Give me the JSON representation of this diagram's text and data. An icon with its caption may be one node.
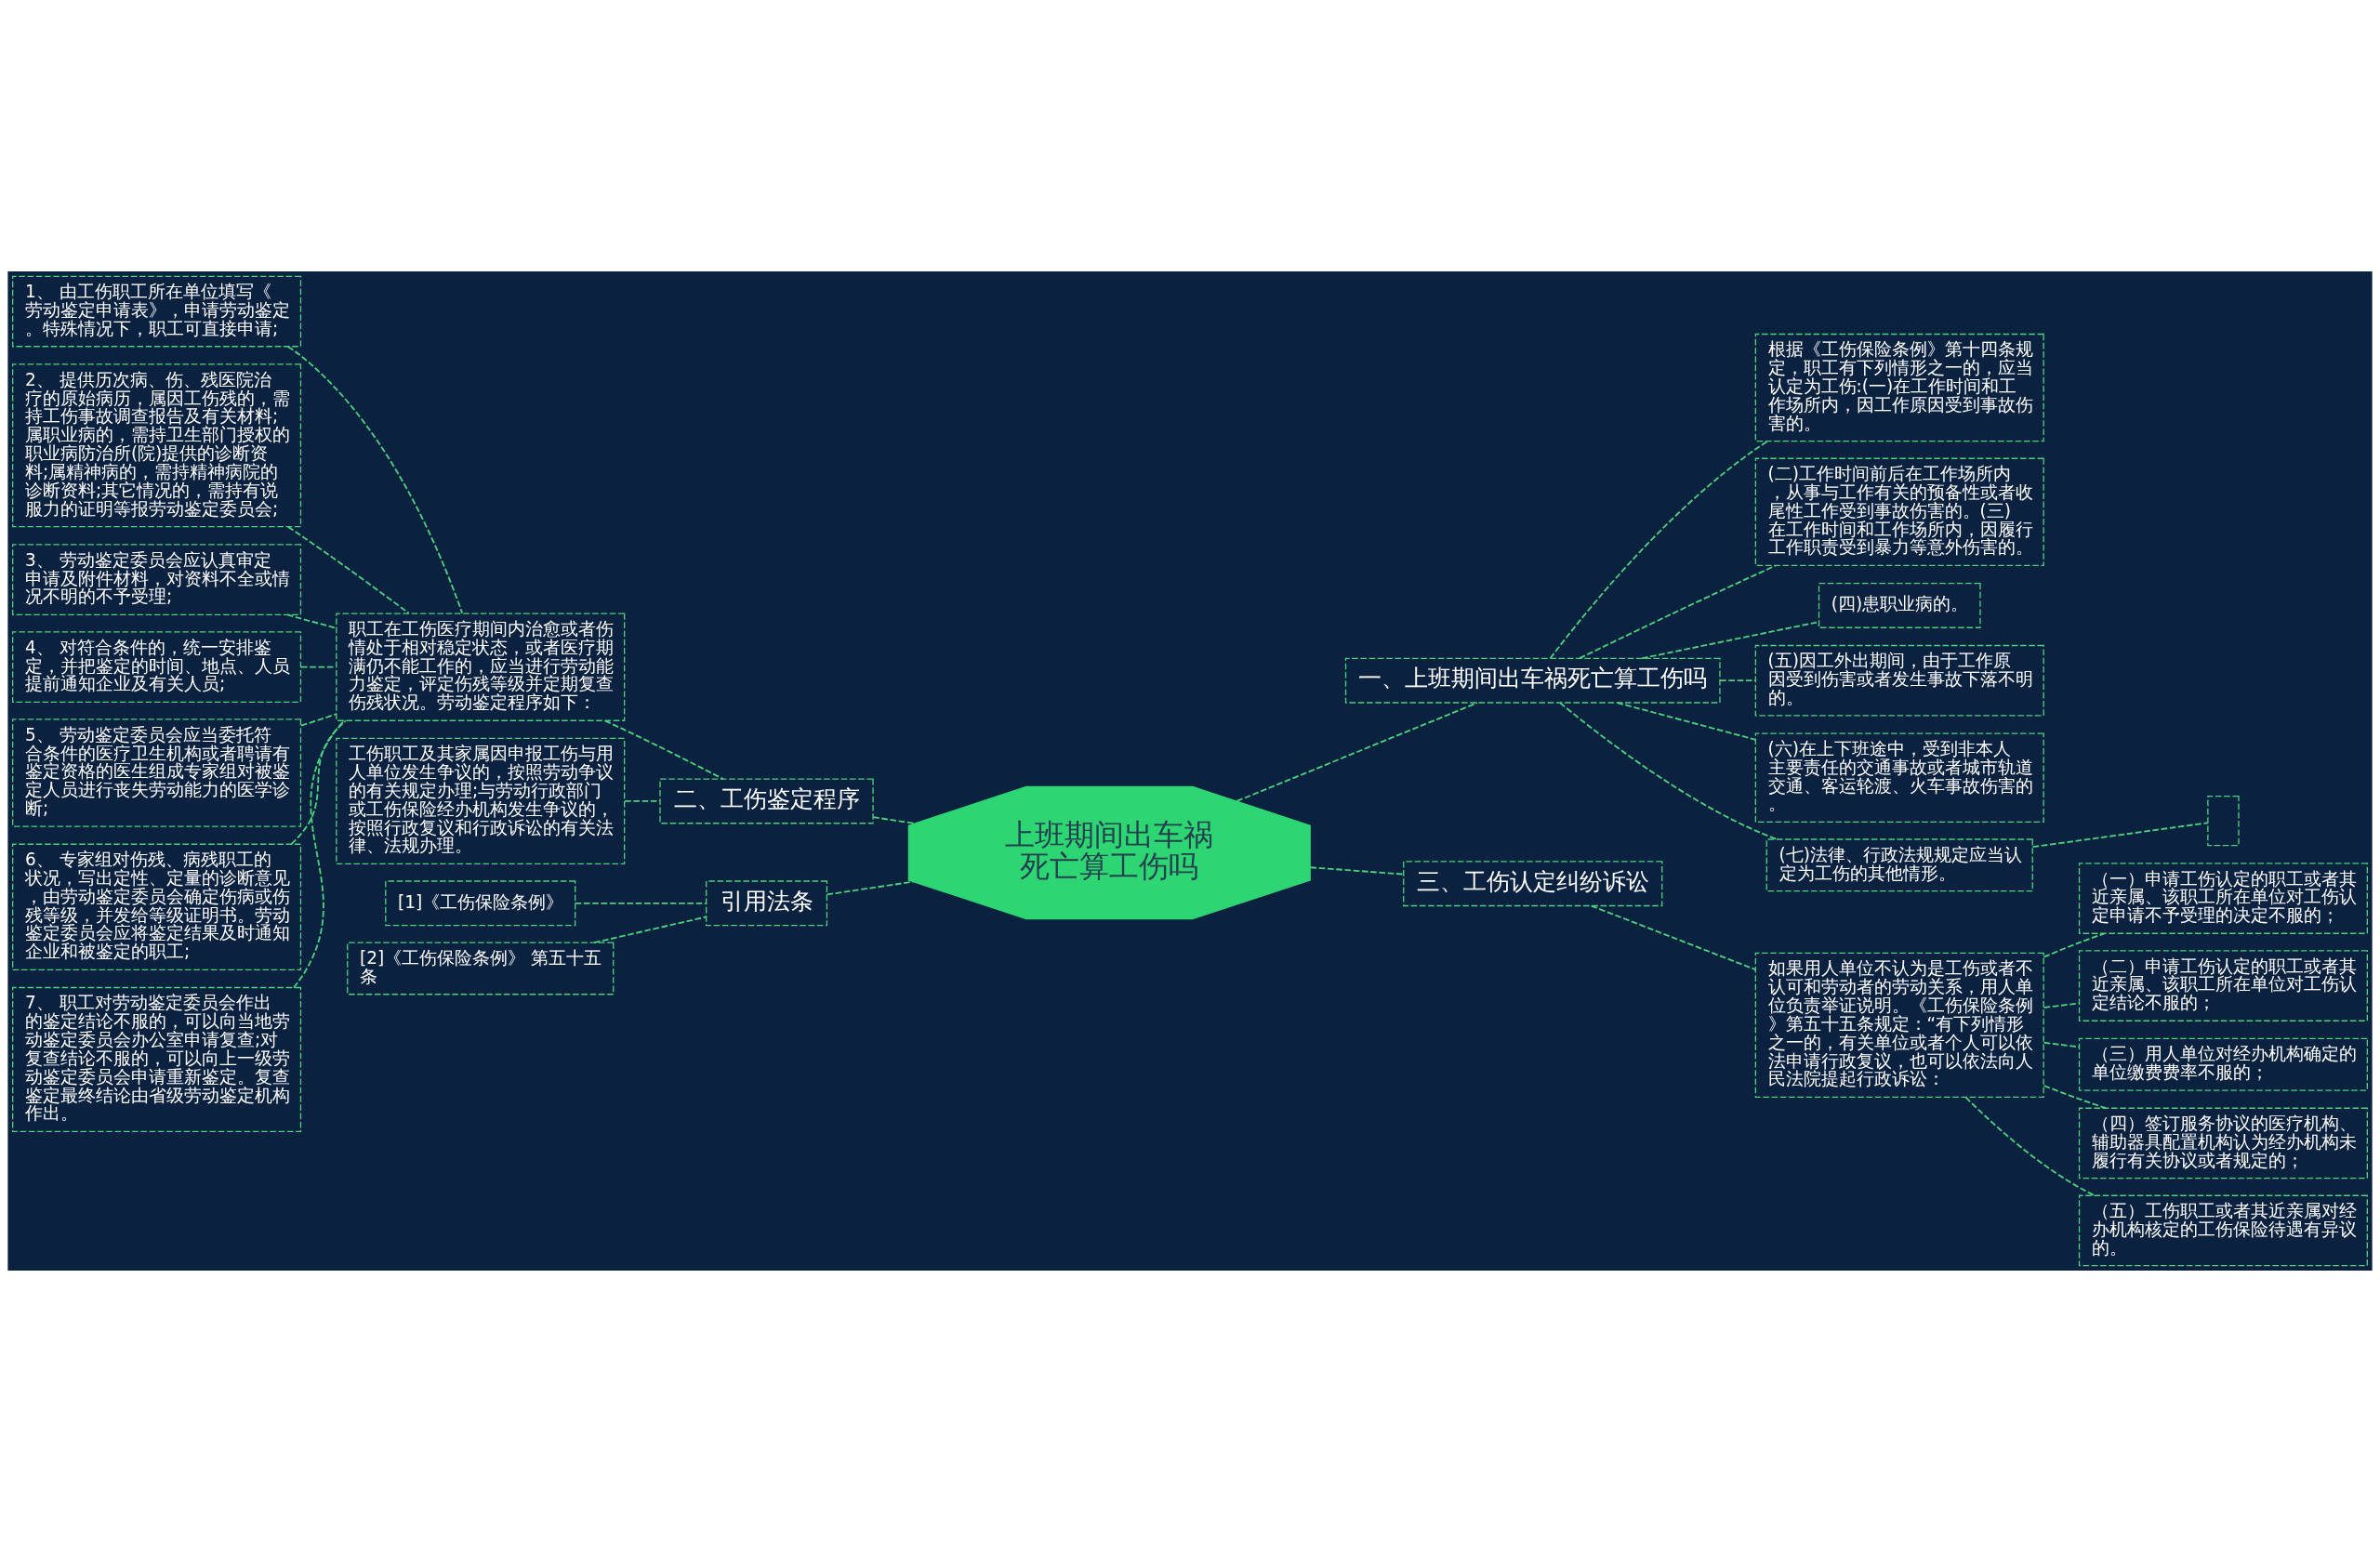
{
  "diagram": {
    "nodes": [
      {
        "text": [
          "上班期间出车祸死亡算工伤吗"
        ]
      },
      {
        "text": [
          "一、上班期间出车祸死亡算工伤吗"
        ]
      },
      {
        "text": [
          "根据《工伤保险条例》第十四条规定，职工有下列情形之一的，应当认定为工伤:(一)在工作时间和工作场所内，因工作原因受到事故伤害的。"
        ]
      },
      {
        "text": [
          "(二)工作时间前后在工作场所内，从事与工作有关的预备性或者收尾性工作受到事故伤害的。(三)在工作时间和工作场所内，因履行工作职责受到暴力等意外伤害的。"
        ]
      },
      {
        "text": [
          "(四)患职业病的。"
        ]
      },
      {
        "text": [
          "(五)因工外出期间，由于工作原因受到伤害或者发生事故下落不明的。"
        ]
      },
      {
        "text": [
          "(六)在上下班途中，受到非本人主要责任的交通事故或者城市轨道交通、客运轮渡、火车事故伤害的。"
        ]
      },
      {
        "text": [
          "(七)法律、行政法规规定应当认定为工伤的其他情形。"
        ]
      },
      {
        "text": [],
        "shape": "box"
      },
      {
        "text": [
          "二、工伤鉴定程序"
        ]
      },
      {
        "text": [
          "职工在工伤医疗期间内治愈或者伤情处于相对稳定状态，或者医疗期满仍不能工作的，应当进行劳动能力鉴定，评定伤残等级并定期复查伤残状况。劳动鉴定程序如下："
        ]
      },
      {
        "text": [
          "1、 由工伤职工所在单位填写《劳动鉴定申请表》，申请劳动鉴定。特殊情况下，职工可直接申请;"
        ]
      },
      {
        "text": [
          "2、 提供历次病、伤、残医院治疗的原始病历，属因工伤残的，需持工伤事故调查报告及有关材料;属职业病的，需持卫生部门授权的职业病防治所(院)提供的诊断资料;属精神病的，需持精神病院的诊断资料;其它情况的，需持有说服力的证明等报劳动鉴定委员会;"
        ]
      },
      {
        "text": [
          "3、 劳动鉴定委员会应认真审定申请及附件材料，对资料不全或情况不明的不予受理;"
        ]
      },
      {
        "text": [
          "4、 对符合条件的，统一安排鉴定，并把鉴定的时间、地点、人员提前通知企业及有关人员;"
        ]
      },
      {
        "text": [
          "5、 劳动鉴定委员会应当委托符合条件的医疗卫生机构或者聘请有鉴定资格的医生组成专家组对被鉴定人员进行丧失劳动能力的医学诊断;"
        ]
      },
      {
        "text": [
          "6、 专家组对伤残、病残职工的状况，写出定性、定量的诊断意见，由劳动鉴定委员会确定伤病或伤残等级，并发给等级证明书。劳动鉴定委员会应将鉴定结果及时通知企业和被鉴定的职工;"
        ]
      },
      {
        "text": [
          "7、 职工对劳动鉴定委员会作出的鉴定结论不服的，可以向当地劳动鉴定委员会办公室申请复查;对复查结论不服的，可以向上一级劳动鉴定委员会申请重新鉴定。复查鉴定最终结论由省级劳动鉴定机构作出。"
        ]
      },
      {
        "text": [
          "工伤职工及其家属因申报工伤与用人单位发生争议的，按照劳动争议的有关规定办理;与劳动行政部门或工伤保险经办机构发生争议的，按照行政复议和行政诉讼的有关法律、法规办理。"
        ]
      },
      {
        "text": [
          "三、工伤认定纠纷诉讼"
        ]
      },
      {
        "text": [
          "如果用人单位不认为是工伤或者不认可和劳动者的劳动关系，用人单位负责举证说明。《工伤保险条例》第五十五条规定：“有下列情形之一的，有关单位或者个人可以依法申请行政复议，也可以依法向人民法院提起行政诉讼："
        ]
      },
      {
        "text": [
          "（一）申请工伤认定的职工或者其近亲属、该职工所在单位对工伤认定申请不予受理的决定不服的；"
        ]
      },
      {
        "text": [
          "（二）申请工伤认定的职工或者其近亲属、该职工所在单位对工伤认定结论不服的；"
        ]
      },
      {
        "text": [
          "（三）用人单位对经办机构确定的单位缴费费率不服的；"
        ]
      },
      {
        "text": [
          "（四）签订服务协议的医疗机构、辅助器具配置机构认为经办机构未履行有关协议或者规定的；"
        ]
      },
      {
        "text": [
          "（五）工伤职工或者其近亲属对经办机构核定的工伤保险待遇有异议的。"
        ]
      },
      {
        "text": [
          "引用法条"
        ]
      },
      {
        "text": [
          "[1]《工伤保险条例》"
        ]
      },
      {
        "text": [
          "[2]《工伤保险条例》 第五十五条"
        ]
      }
    ],
    "edges": [
      {
        "from": 0,
        "to": 1,
        "arrow": "none",
        "style": "dashed"
      },
      {
        "from": 1,
        "to": 2,
        "arrow": "none",
        "style": "dashed"
      },
      {
        "from": 1,
        "to": 3,
        "arrow": "none",
        "style": "dashed"
      },
      {
        "from": 1,
        "to": 4,
        "arrow": "none",
        "style": "dashed"
      },
      {
        "from": 1,
        "to": 5,
        "arrow": "none",
        "style": "dashed"
      },
      {
        "from": 1,
        "to": 6,
        "arrow": "none",
        "style": "dashed"
      },
      {
        "from": 1,
        "to": 7,
        "arrow": "none",
        "style": "dashed"
      },
      {
        "from": 7,
        "to": 8,
        "arrow": "none",
        "style": "dashed"
      },
      {
        "from": 9,
        "to": 0,
        "arrow": "none",
        "style": "dashed"
      },
      {
        "from": 10,
        "to": 9,
        "arrow": "none",
        "style": "dashed"
      },
      {
        "from": 11,
        "to": 10,
        "arrow": "none",
        "style": "dashed"
      },
      {
        "from": 12,
        "to": 10,
        "arrow": "none",
        "style": "dashed"
      },
      {
        "from": 13,
        "to": 10,
        "arrow": "none",
        "style": "dashed"
      },
      {
        "from": 14,
        "to": 10,
        "arrow": "none",
        "style": "dashed"
      },
      {
        "from": 15,
        "to": 10,
        "arrow": "none",
        "style": "dashed"
      },
      {
        "from": 16,
        "to": 10,
        "arrow": "none",
        "style": "dashed"
      },
      {
        "from": 17,
        "to": 10,
        "arrow": "none",
        "style": "dashed"
      },
      {
        "from": 18,
        "to": 9,
        "arrow": "none",
        "style": "dashed"
      },
      {
        "from": 0,
        "to": 19,
        "arrow": "none",
        "style": "dashed"
      },
      {
        "from": 19,
        "to": 20,
        "arrow": "none",
        "style": "dashed"
      },
      {
        "from": 20,
        "to": 21,
        "arrow": "none",
        "style": "dashed"
      },
      {
        "from": 20,
        "to": 22,
        "arrow": "none",
        "style": "dashed"
      },
      {
        "from": 20,
        "to": 23,
        "arrow": "none",
        "style": "dashed"
      },
      {
        "from": 20,
        "to": 24,
        "arrow": "none",
        "style": "dashed"
      },
      {
        "from": 20,
        "to": 25,
        "arrow": "none",
        "style": "dashed"
      },
      {
        "from": 26,
        "to": 0,
        "arrow": "none",
        "style": "dashed"
      },
      {
        "from": 27,
        "to": 26,
        "arrow": "none",
        "style": "dashed"
      },
      {
        "from": 28,
        "to": 26,
        "arrow": "none",
        "style": "dashed"
      }
    ]
  }
}
